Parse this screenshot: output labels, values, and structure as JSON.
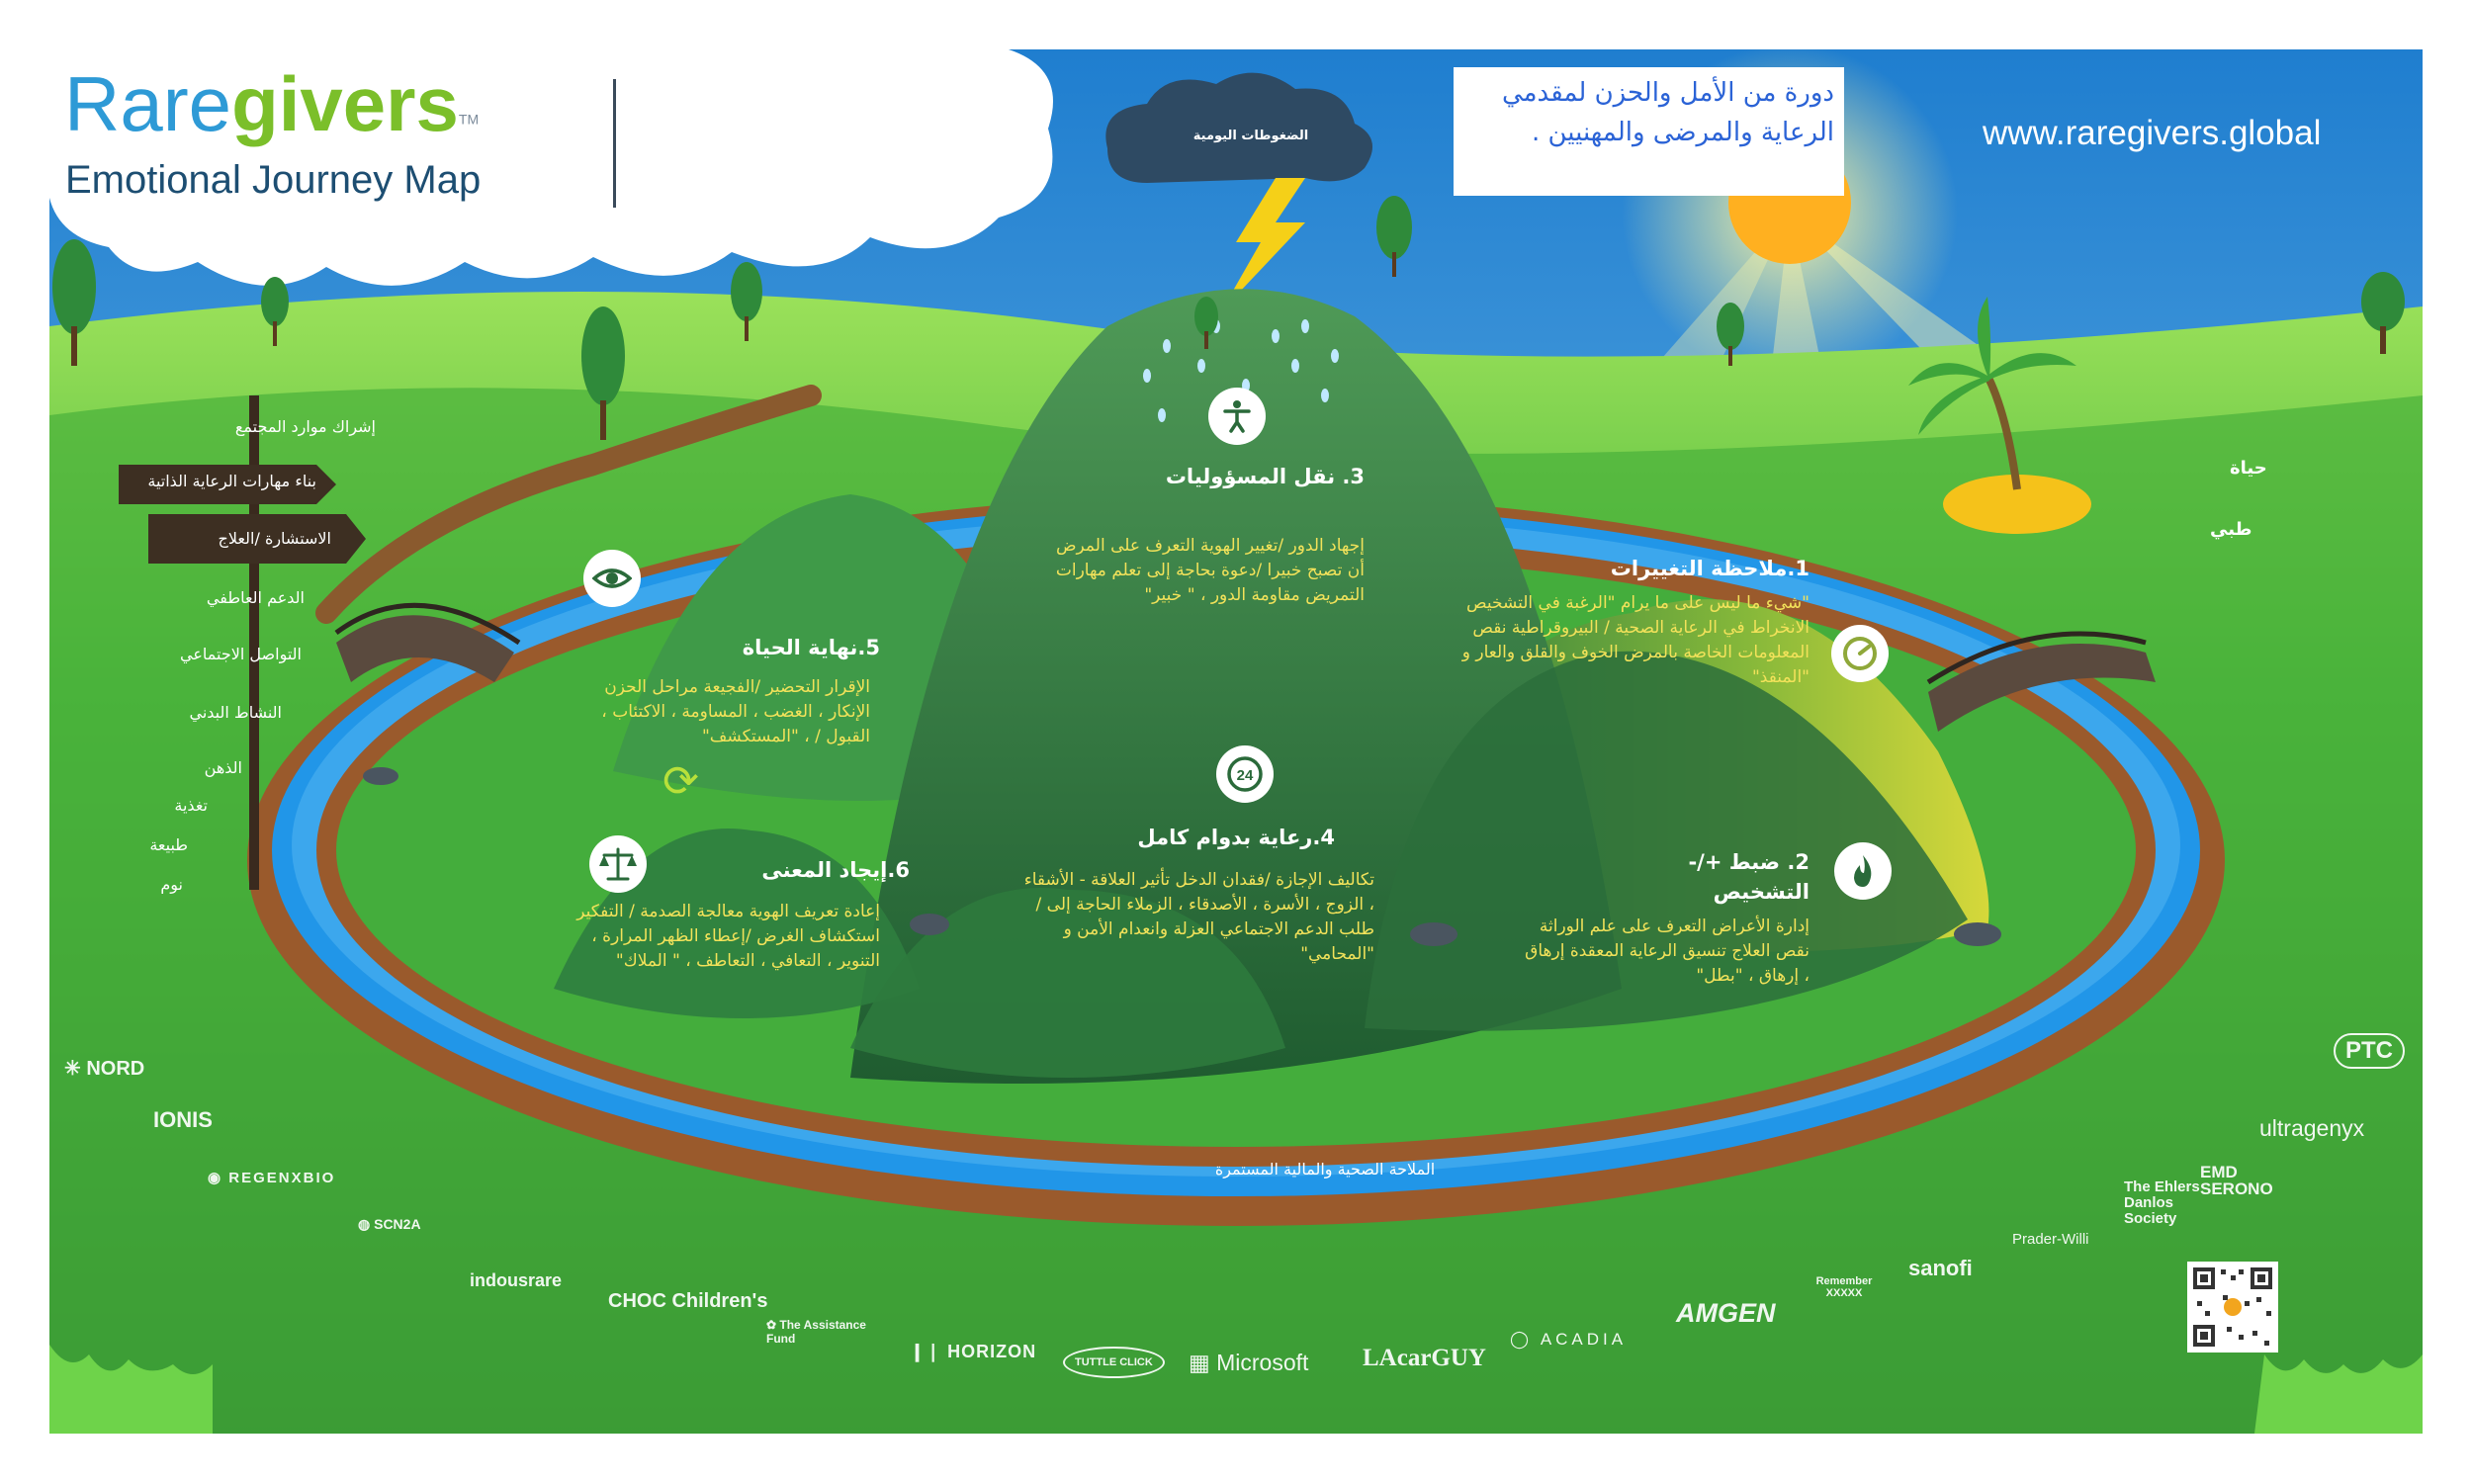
{
  "header": {
    "brand_rare": "Rare",
    "brand_givers": "givers",
    "brand_tm": "TM",
    "subtitle": "Emotional Journey Map",
    "website": "www.raregivers.global",
    "cycle_title": "دورة من الأمل والحزن لمقدمي الرعاية والمرضى والمهنيين ."
  },
  "scene": {
    "storm_label": "الضغوطات اليومية",
    "loop_label": "الملاحة الصحية والمالية المستمرة",
    "life_label": "حياة",
    "medical_label": "طبي"
  },
  "signpost": {
    "items": [
      "إشراك موارد المجتمع",
      "بناء مهارات الرعاية الذاتية",
      "الاستشارة /العلاج",
      "الدعم العاطفي",
      "التواصل الاجتماعي",
      "النشاط البدني",
      "الذهن",
      "تغذية",
      "طبيعة",
      "نوم"
    ]
  },
  "stages": [
    {
      "id": "1",
      "title": "1.ملاحظة التغييرات",
      "body": "\"شيء ما ليس على ما يرام \"الرغبة في التشخيص الانخراط في الرعاية الصحية / البيروقراطية نقص المعلومات الخاصة بالمرض الخوف والقلق والعار و \"المنقذ\"",
      "icon": "dial-icon"
    },
    {
      "id": "2",
      "title": "2. ضبط +/- التشخيص",
      "body": "إدارة الأعراض التعرف على علم الوراثة نقص العلاج تنسيق الرعاية المعقدة إرهاق ، إرهاق ، \"بطل\"",
      "icon": "flame-icon"
    },
    {
      "id": "3",
      "title": "3. نقل المسؤوليات",
      "body": "إجهاد الدور /تغيير الهوية التعرف على المرض أن تصبح خبيرا /دعوة بحاجة إلى تعلم مهارات التمريض مقاومة الدور ، \" خبير\"",
      "icon": "person-icon"
    },
    {
      "id": "4",
      "title": "4.رعاية بدوام كامل",
      "body": "تكاليف الإجازة /فقدان الدخل تأثير العلاقة - الأشقاء ، الزوج ، الأسرة ، الأصدقاء ، الزملاء الحاجة إلى /طلب الدعم الاجتماعي العزلة وانعدام الأمن و \"المحامي\"",
      "icon": "clock-24-icon"
    },
    {
      "id": "5",
      "title": "5.نهاية الحياة",
      "body": "الإقرار التحضير /الفجيعة مراحل الحزن الإنكار ، الغضب ، المساومة ، الاكتئاب ، القبول / ، \"المستكشف\"",
      "icon": "eye-icon"
    },
    {
      "id": "6",
      "title": "6.إيجاد المعنى",
      "body": "إعادة تعريف الهوية معالجة الصدمة / التفكير استكشاف الغرض /إعطاء الظهر المرارة ، التنوير ، التعافي ، التعاطف ، \" الملاك\"",
      "icon": "scales-icon"
    }
  ],
  "sponsors": {
    "left": [
      "NORD",
      "IONIS",
      "REGENXBIO",
      "SCN2A",
      "indousrare"
    ],
    "bottom": [
      "CHOC Children's",
      "The Assistance Fund",
      "HORIZON",
      "TUTTLE CLICK",
      "Microsoft",
      "LAcarGUY",
      "ACADIA",
      "AMGEN",
      "Remember XXXXX",
      "sanofi",
      "Prader-Willi"
    ],
    "right": [
      "PTC",
      "ultragenyx",
      "EMD SERONO",
      "The Ehlers Danlos Society"
    ]
  },
  "colors": {
    "sky": "#2f8fd8",
    "grass": "#3fae3a",
    "hill": "#2f7a3e",
    "water": "#2196e8",
    "path": "#9a5a2c",
    "orange": "#f28c1e",
    "text_yellow": "#f2e25a"
  }
}
